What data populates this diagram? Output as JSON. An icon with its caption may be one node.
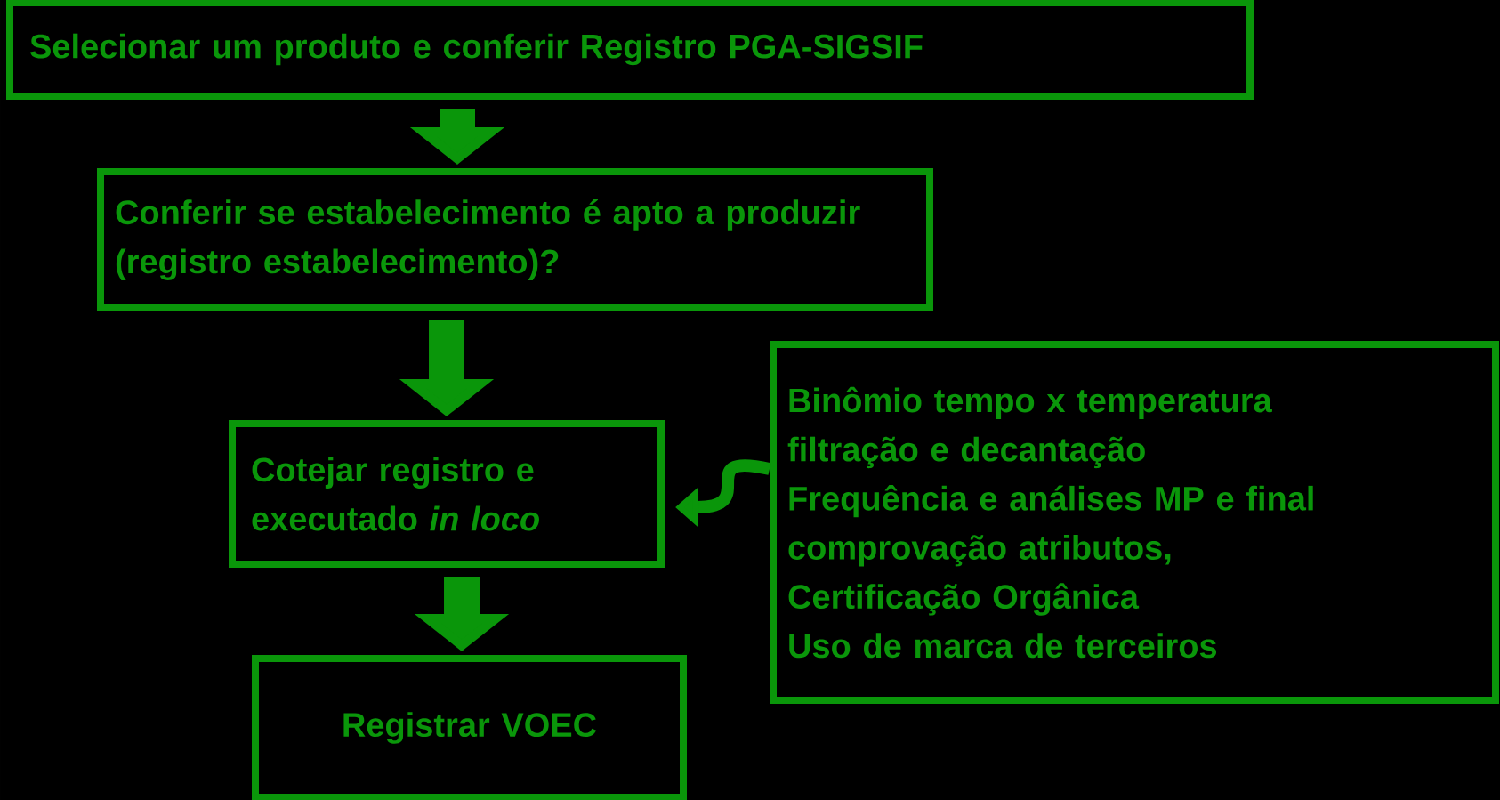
{
  "diagram": {
    "nodes": [
      {
        "text": [
          "Selecionar um produto e conferir Registro PGA-SIGSIF"
        ]
      },
      {
        "text": [
          "Conferir se estabelecimento é apto a produzir (registro estabelecimento)?"
        ]
      },
      {
        "text": [
          "Cotejar registro e executado *in loco*"
        ]
      },
      {
        "text": [
          "Registrar VOEC"
        ]
      },
      {
        "text": [
          "Binômio tempo x temperatura",
          "filtração e decantação",
          "Frequência e análises MP e final",
          "comprovação atributos,",
          "Certificação Orgânica",
          "Uso de marca de terceiros"
        ]
      }
    ],
    "edges": [
      {
        "from": 0,
        "to": 1,
        "arrow": "to"
      },
      {
        "from": 1,
        "to": 2,
        "arrow": "to"
      },
      {
        "from": 2,
        "to": 3,
        "arrow": "to"
      },
      {
        "from": 4,
        "to": 2,
        "arrow": "to"
      }
    ]
  }
}
